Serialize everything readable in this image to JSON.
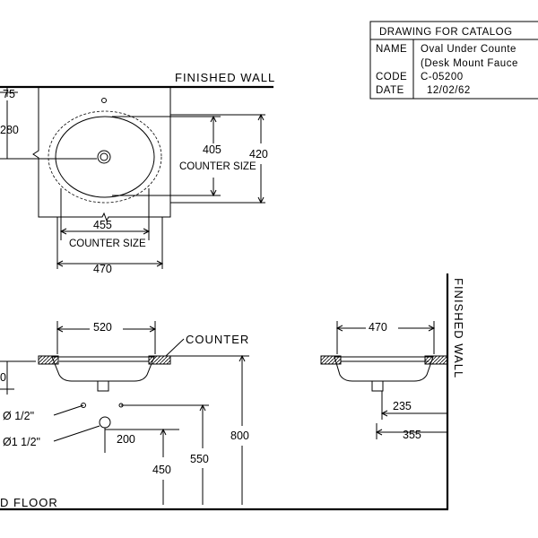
{
  "title_block": {
    "heading": "DRAWING FOR CATALOG",
    "rows": [
      {
        "key": "NAME",
        "value": "Oval Under Counte"
      },
      {
        "key": "",
        "value": "(Desk Mount Fauce"
      },
      {
        "key": "CODE",
        "value": "C-05200"
      },
      {
        "key": "DATE",
        "value": "12/02/62"
      }
    ]
  },
  "plan_view": {
    "finished_wall": "FINISHED WALL",
    "dim_75": "75",
    "dim_280": "280",
    "dim_405": "405",
    "counter_size_right": "COUNTER SIZE",
    "dim_420": "420",
    "dim_455": "455",
    "counter_size_bottom": "COUNTER SIZE",
    "dim_470": "470"
  },
  "front_view": {
    "dim_520": "520",
    "counter": "COUNTER",
    "supply": "Ø 1/2\"",
    "drain": "Ø1 1/2\"",
    "dim_200": "200",
    "dim_450": "450",
    "dim_550": "550",
    "dim_800": "800",
    "floor": "D FLOOR",
    "left_cut_dim": "0"
  },
  "side_view": {
    "dim_470": "470",
    "dim_235": "235",
    "dim_355": "355",
    "finished_wall": "FINISHED WALL"
  }
}
